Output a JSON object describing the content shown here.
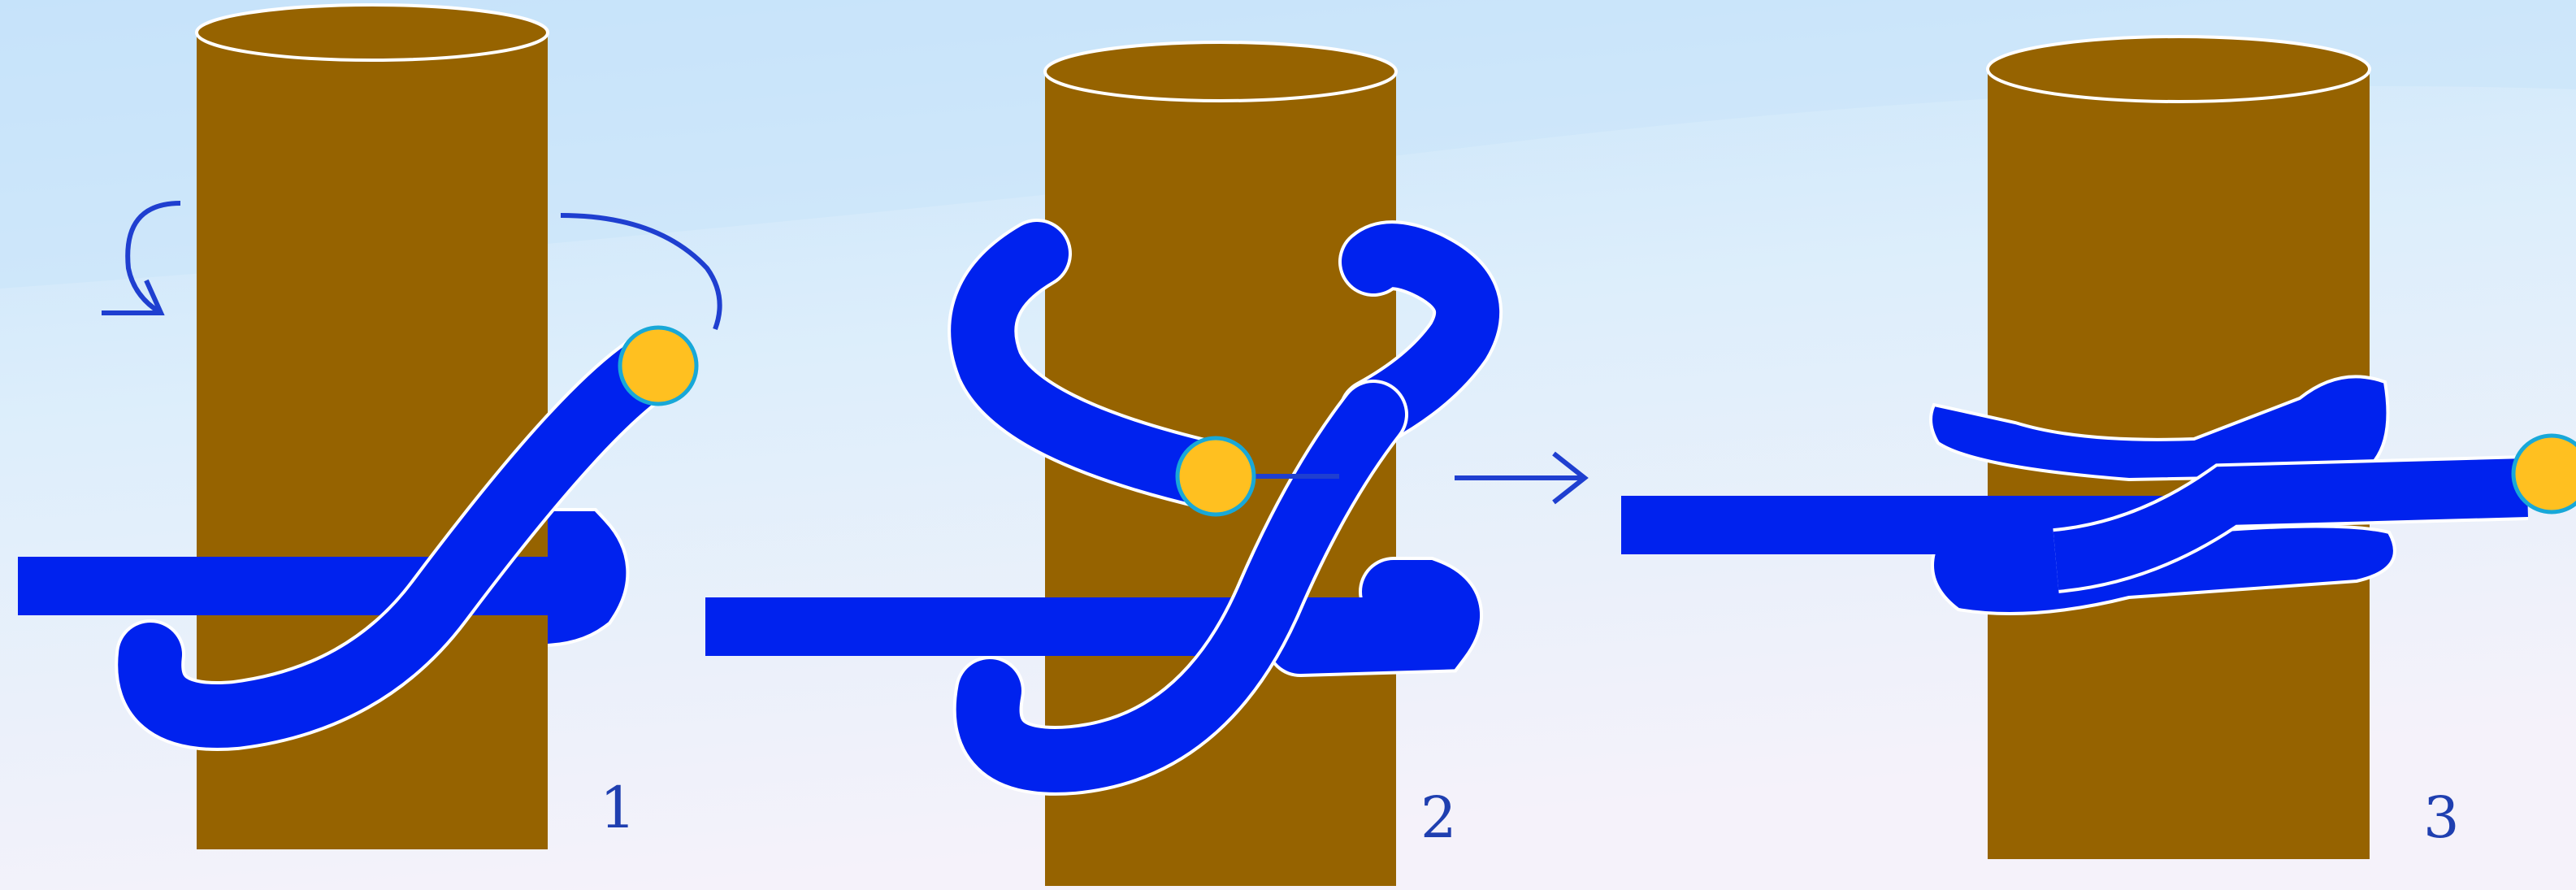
{
  "steps": [
    {
      "number": "1"
    },
    {
      "number": "2"
    },
    {
      "number": "3"
    }
  ],
  "colors": {
    "background_top": "#C6E3FA",
    "background_bottom": "#F4F2FA",
    "post": "#966300",
    "rope": "#0022EE",
    "rope_outline": "#FFFFFF",
    "rope_end": "#FFC020",
    "rope_end_outline": "#18A8D8",
    "arrow": "#1F3FD0",
    "label": "#1F3FB0"
  }
}
